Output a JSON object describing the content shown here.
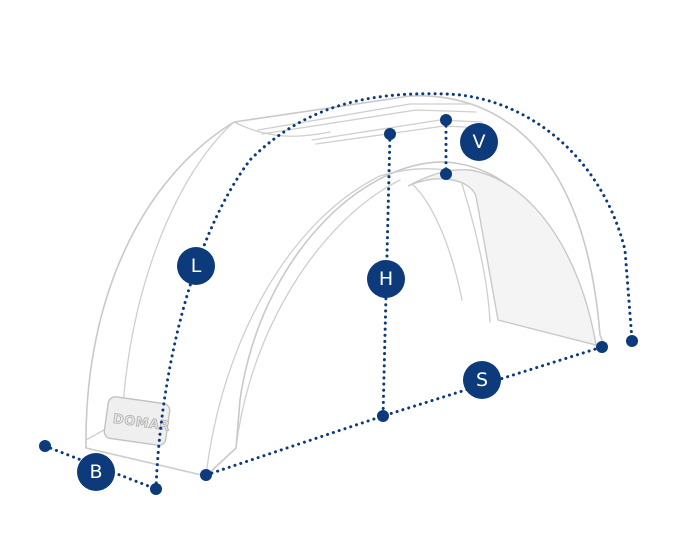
{
  "brand": {
    "logo_text": "DOMAR"
  },
  "dimensions": [
    {
      "key": "L",
      "label": "L"
    },
    {
      "key": "H",
      "label": "H"
    },
    {
      "key": "V",
      "label": "V"
    },
    {
      "key": "S",
      "label": "S"
    },
    {
      "key": "B",
      "label": "B"
    }
  ],
  "colors": {
    "accent": "#0d3a7a",
    "outline": "#c9c9c9"
  }
}
